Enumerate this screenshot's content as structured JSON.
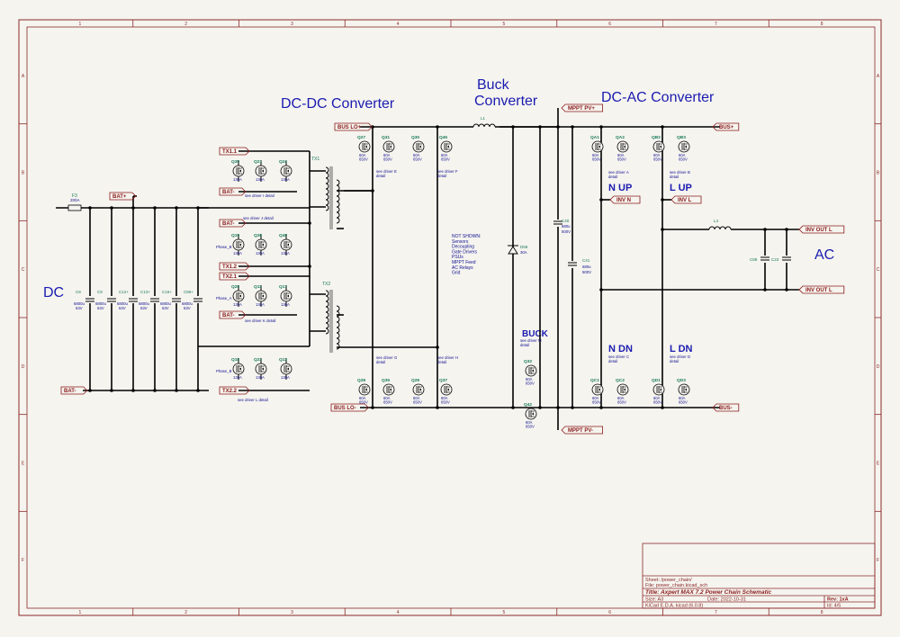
{
  "frame": {
    "col_numbers": [
      "1",
      "2",
      "3",
      "4",
      "5",
      "6",
      "7",
      "8"
    ],
    "row_letters": [
      "A",
      "B",
      "C",
      "D",
      "E",
      "F"
    ]
  },
  "section_titles": {
    "dcdc": "DC-DC Converter",
    "buck1": "Buck",
    "buck2": "Converter",
    "dcac": "DC-AC Converter",
    "dc": "DC",
    "ac": "AC",
    "n_up": "N UP",
    "l_up": "L UP",
    "n_dn": "N DN",
    "l_dn": "L DN",
    "buck_label": "BUCK"
  },
  "net_labels": {
    "bat_plus": "BAT+",
    "bat_minus": "BAT-",
    "bus_lo_plus": "BUS LO+",
    "bus_lo_minus": "BUS LO-",
    "bus_plus": "BUS+",
    "bus_minus": "BUS-",
    "mppt_pv_plus": "MPPT PV+",
    "mppt_pv_minus": "MPPT PV-",
    "inv_n": "INV N",
    "inv_l": "INV L",
    "inv_out_l_top": "INV OUT L",
    "inv_out_l_bot": "INV OUT L",
    "tx1_1": "TX1.1",
    "tx1_2": "TX1.2",
    "tx2_1": "TX2.1",
    "tx2_2": "TX2.2",
    "bat_minus_1": "BAT-",
    "bat_minus_2": "BAT-",
    "bat_minus_3": "BAT-"
  },
  "fuse": {
    "ref": "F3",
    "value": "200A"
  },
  "caps": [
    {
      "ref": "C8",
      "v1": "6800u",
      "v2": "63V"
    },
    {
      "ref": "C9",
      "v1": "6800u",
      "v2": "63V"
    },
    {
      "ref": "C12+",
      "v1": "6800u",
      "v2": "63V"
    },
    {
      "ref": "C13+",
      "v1": "6800u",
      "v2": "63V"
    },
    {
      "ref": "C16+",
      "v1": "6800u",
      "v2": "63V"
    },
    {
      "ref": "C86+",
      "v1": "6800u",
      "v2": "63V"
    }
  ],
  "fets_dcdc": {
    "row1": [
      {
        "ref": "Q39",
        "v": "130A"
      },
      {
        "ref": "Q21",
        "v": "130A"
      },
      {
        "ref": "Q24",
        "v": "130A"
      }
    ],
    "row2": [
      {
        "ref": "Q19",
        "v": "130A"
      },
      {
        "ref": "Q26",
        "v": "130A"
      },
      {
        "ref": "Q40",
        "v": "130A"
      }
    ],
    "row3": [
      {
        "ref": "Q25",
        "v": "130A"
      },
      {
        "ref": "Q11",
        "v": "130A"
      },
      {
        "ref": "Q17",
        "v": "130A"
      }
    ],
    "row4": [
      {
        "ref": "Q18",
        "v": "130A"
      },
      {
        "ref": "Q23",
        "v": "130A"
      },
      {
        "ref": "Q13",
        "v": "130A"
      }
    ],
    "phase_b": "Phase_B",
    "phase_a": "Phase_A",
    "phase_b2": "Phase_B"
  },
  "driver_notes": {
    "i": "see driver I detail",
    "j": "see driver J detail",
    "k": "see driver K detail",
    "l": "see driver L detail",
    "e": "see driver E detail",
    "f": "see driver F detail",
    "g": "see driver G detail",
    "h": "see driver H detail",
    "a": "see driver A detail",
    "b": "see driver B detail",
    "c": "see driver C detail",
    "d": "see driver D detail",
    "m": "see driver M detail"
  },
  "transformers": {
    "tx1": "TX1",
    "tx2": "TX2"
  },
  "hv_fets_top": [
    {
      "ref": "Q27",
      "v": "60A 650V"
    },
    {
      "ref": "Q31",
      "v": "60A 650V"
    },
    {
      "ref": "Q30",
      "v": "60A 650V"
    },
    {
      "ref": "Q45",
      "v": "60A 650V"
    }
  ],
  "hv_fets_bot": [
    {
      "ref": "Q28",
      "v": "60A 650V"
    },
    {
      "ref": "Q35",
      "v": "60A 650V"
    },
    {
      "ref": "Q29",
      "v": "60A 650V"
    },
    {
      "ref": "Q37",
      "v": "60A 650V"
    }
  ],
  "inv_fets_top": [
    {
      "ref": "QA1",
      "v": "60A 650V"
    },
    {
      "ref": "QA2",
      "v": "60A 650V"
    },
    {
      "ref": "QB2",
      "v": "60A 650V"
    },
    {
      "ref": "QB3",
      "v": "60A 650V"
    }
  ],
  "inv_fets_bot": [
    {
      "ref": "QC1",
      "v": "60A 650V"
    },
    {
      "ref": "QC2",
      "v": "60A 650V"
    },
    {
      "ref": "QD1",
      "v": "60A 650V"
    },
    {
      "ref": "QD3",
      "v": "60A 650V"
    }
  ],
  "buck_parts": {
    "l1": "L1",
    "d58": "D58",
    "d58v": "30A",
    "q32": "Q32",
    "q32v": "60A 650V",
    "q42": "Q42",
    "q42v": "60A 650V",
    "c40": "C40",
    "c40v1": "680u",
    "c40v2": "500V",
    "c41": "C41",
    "c41v1": "680u",
    "c41v2": "500V"
  },
  "ac_parts": {
    "l4": "L4",
    "c88": "C88",
    "c23": "C23"
  },
  "not_shown": [
    "NOT SHOWN:",
    "Sensors",
    "Decoupling",
    "Gate Drivers",
    "PSUs",
    "MPPT Feed",
    "AC Relays",
    "Grid"
  ],
  "title_block": {
    "sheet": "Sheet: /power_chain/",
    "file": "File: power_chain.kicad_sch",
    "title": "Title: Axpert MAX 7.2 Power Chain Schematic",
    "size": "Size: A3",
    "date": "Date: 2022-10-31",
    "rev": "Rev: 1xA",
    "kicad": "KiCad E.D.A.  kicad (6.0.8)",
    "id": "Id: 4/5"
  },
  "colors": {
    "wire": "#000000",
    "frame": "#8b2a2a",
    "text_blue": "#1b1bb0",
    "ref_green": "#1a7a5a",
    "net_red": "#8b1a1a",
    "label_blue": "#101090",
    "bg": "#f5f4ef"
  }
}
